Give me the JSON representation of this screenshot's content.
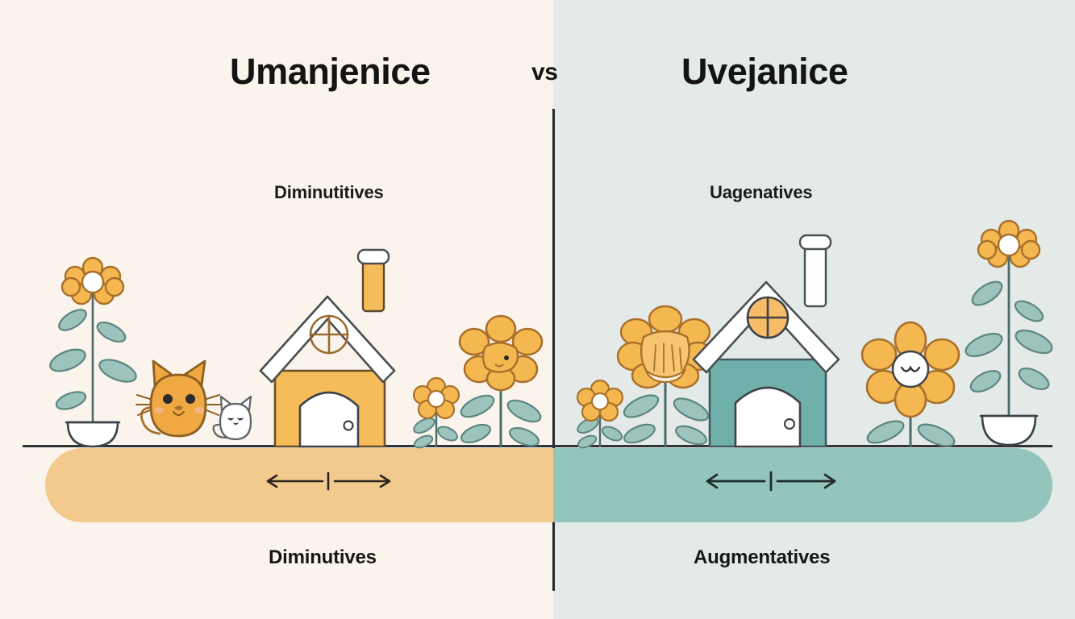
{
  "header": {
    "left_title": "Umanjenice",
    "vs": "vs",
    "right_title": "Uvejanice"
  },
  "panels": {
    "left": {
      "name": "diminutives-panel",
      "subtitle": "Diminutitives",
      "bottom_label": "Diminutives",
      "background_color": "#faf4ec",
      "band_color": "#f2ca8e",
      "accent_color": "#f5b851",
      "items": [
        {
          "name": "potted-flower-small",
          "kind": "potted-flower"
        },
        {
          "name": "cat-large",
          "kind": "cat",
          "color": "#f0a842"
        },
        {
          "name": "cat-small",
          "kind": "cat",
          "color": "#ffffff"
        },
        {
          "name": "house",
          "kind": "house",
          "color": "#f7bc5a"
        },
        {
          "name": "flower-small",
          "kind": "flower"
        },
        {
          "name": "flower-large",
          "kind": "flower"
        }
      ],
      "size_arrow": {
        "name": "size-scale-arrow",
        "style": "double-headed-with-center-tick"
      }
    },
    "right": {
      "name": "augmentatives-panel",
      "subtitle": "Uagenatives",
      "bottom_label": "Augmentatives",
      "background_color": "#e4eae7",
      "band_color": "#93c5bc",
      "accent_color": "#67aaa4",
      "items": [
        {
          "name": "flower-small",
          "kind": "flower"
        },
        {
          "name": "flower-ruffled-large",
          "kind": "flower"
        },
        {
          "name": "house",
          "kind": "house",
          "color": "#6fb0ab"
        },
        {
          "name": "flower-smiling-large",
          "kind": "flower"
        },
        {
          "name": "potted-flower-tall",
          "kind": "potted-flower"
        }
      ],
      "size_arrow": {
        "name": "size-scale-arrow",
        "style": "double-headed-with-center-tick"
      }
    }
  },
  "colors": {
    "ink": "#2e3438",
    "orange": "#f5b851",
    "orange_dark": "#a8702b",
    "teal": "#7fb3ad",
    "teal_dark": "#3f5d5f",
    "leaf": "#8fbdb6",
    "white": "#ffffff",
    "divider": "#23282b"
  }
}
